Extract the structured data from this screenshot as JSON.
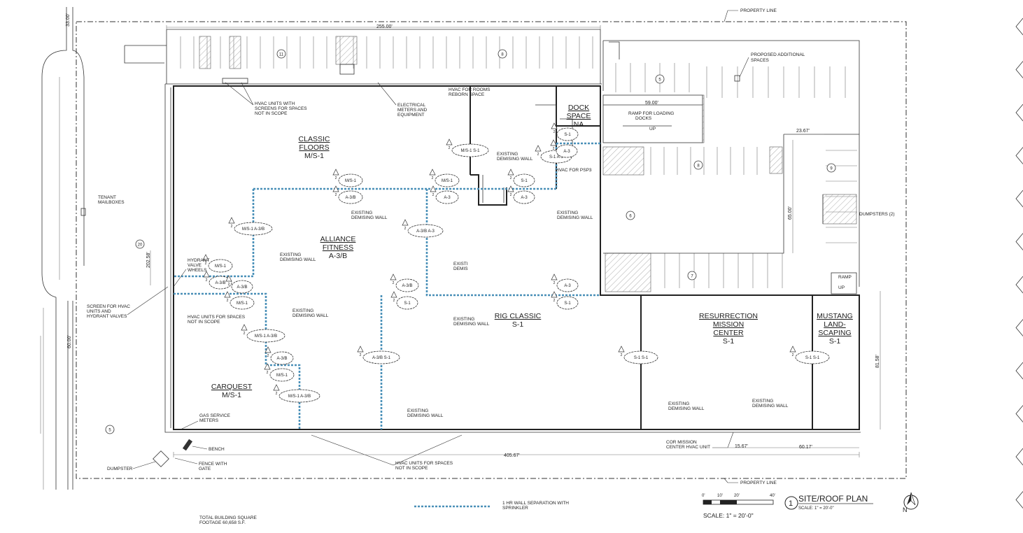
{
  "labels": {
    "property_line_top": "PROPERTY LINE",
    "property_line_bottom": "PROPERTY LINE",
    "proposed_spaces": "PROPOSED ADDITIONAL\nSPACES",
    "hvac_units_screens": "HVAC UNITS WITH\nSCREENS FOR SPACES\nNOT IN SCOPE",
    "electrical": "ELECTRICAL\nMETERS AND\nEQUIPMENT",
    "hvac_rooms": "HVAC FOR ROOMS\nREBORN SPACE",
    "ramp_docks": "RAMP FOR LOADING\nDOCKS",
    "ramp_up": "UP",
    "hvac_psp": "HVAC FOR PSP3",
    "tenant_mailboxes": "TENANT\nMAILBOXES",
    "dumpsters": "DUMPSTERS (2)",
    "hydrant_wheels": "HYDRANT\nVALVE\nWHEELS",
    "screen_hvac": "SCREEN FOR HVAC\nUNITS AND\nHYDRANT VALVES",
    "hvac_not_scope_left": "HVAC UNITS FOR SPACES\nNOT IN SCOPE",
    "gas_meters": "GAS SERVICE\nMETERS",
    "bench": "BENCH",
    "fence_gate": "FENCE WITH\nGATE",
    "dumpster": "DUMPSTER",
    "hvac_not_scope_bottom": "HVAC UNITS FOR SPACES\nNOT IN SCOPE",
    "cor_mission_hvac": "COR MISSION\nCENTER HVAC UNIT",
    "ramp_right": "RAMP",
    "ramp_right_up": "UP",
    "existing_demising": "EXISTING\nDEMISING WALL",
    "existing_trunc": "EXISTI\nDEMIS",
    "total_sf": "TOTAL BUILDING SQUARE\nFOOTAGE 60,658 S.F.",
    "legend_text": "1 HR WALL SEPARATION WITH\nSPRINKLER"
  },
  "dims": {
    "top_width": "255.00'",
    "bottom_width": "405.67'",
    "left_offset": "33.00'",
    "left_depth": "202.58'",
    "left_setback": "60.00'",
    "dock_width": "59.00'",
    "right_offset": "23.67'",
    "right_depth": "65.00'",
    "right_lower": "81.58'",
    "bottom_a": "15.67'",
    "bottom_b": "60.17'"
  },
  "tenants": [
    {
      "name_lines": [
        "CLASSIC",
        "FLOORS"
      ],
      "code": "M/S-1"
    },
    {
      "name_lines": [
        "ALLIANCE",
        "FITNESS"
      ],
      "code": "A-3/B"
    },
    {
      "name_lines": [
        "CARQUEST"
      ],
      "code": "M/S-1"
    },
    {
      "name_lines": [
        "RIG CLASSIC"
      ],
      "code": "S-1"
    },
    {
      "name_lines": [
        "RESURRECTION",
        "MISSION",
        "CENTER"
      ],
      "code": "S-1"
    },
    {
      "name_lines": [
        "MUSTANG",
        "LAND-",
        "SCAPING"
      ],
      "code": "S-1"
    },
    {
      "name_lines": [
        "DOCK",
        "SPACE"
      ],
      "code": "NA"
    }
  ],
  "parking_counts": [
    "11",
    "8",
    "5",
    "8",
    "9",
    "6",
    "7",
    "5",
    "20"
  ],
  "tags": {
    "ms1": "M/S-1",
    "a3b": "A-3/B",
    "a3": "A-3",
    "s1": "S-1",
    "a3b_s1": "A-3/B  S-1",
    "ms1_a3b": "M/S-1  A-3/B",
    "a3b_a3": "A-3/B  A-3",
    "s1_s1": "S-1  S-1",
    "ms1_s1": "M/S-1  S-1",
    "s1_a3": "S-1  A-3",
    "rev": "2"
  },
  "title_block": {
    "view_number": "1",
    "title": "SITE/ROOF PLAN",
    "scale_small": "SCALE: 1\" = 20'-0\"",
    "scale_bar_text": "SCALE: 1\" = 20'-0\"",
    "bar_ticks": [
      "0'",
      "10'",
      "20'",
      "40'"
    ],
    "north": "N"
  },
  "colors": {
    "sprinkler_wall": "#4a90b8",
    "linework": "#222222"
  }
}
